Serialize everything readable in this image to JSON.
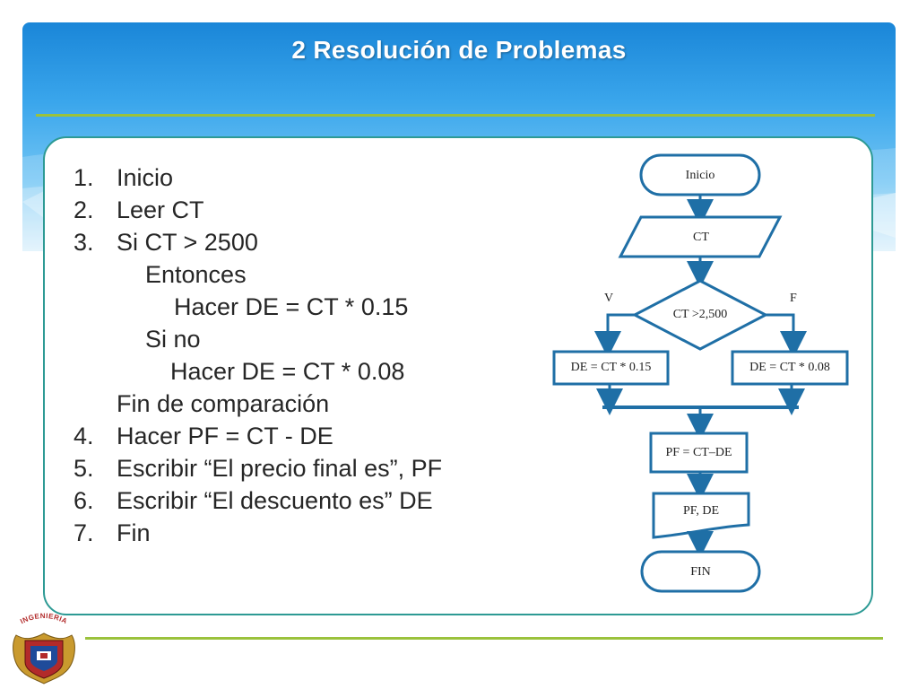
{
  "slide": {
    "title": "2 Resolución de Problemas"
  },
  "algorithm": {
    "steps": [
      {
        "num": "1.",
        "text": "Inicio"
      },
      {
        "num": "2.",
        "text": "Leer CT"
      },
      {
        "num": "3.",
        "text": "Si CT > 2500"
      },
      {
        "num": "",
        "text": "Entonces"
      },
      {
        "num": "",
        "text": "Hacer DE = CT * 0.15"
      },
      {
        "num": "",
        "text": "Si no"
      },
      {
        "num": "",
        "text": "Hacer DE = CT * 0.08"
      },
      {
        "num": "",
        "text": "Fin de comparación"
      },
      {
        "num": "4.",
        "text": "Hacer PF = CT - DE"
      },
      {
        "num": "5.",
        "text": "Escribir “El precio final es”, PF"
      },
      {
        "num": "6.",
        "text": "Escribir “El descuento es” DE"
      },
      {
        "num": "7.",
        "text": "Fin"
      }
    ]
  },
  "flowchart": {
    "start": "Inicio",
    "input": "CT",
    "decision": "CT >2,500",
    "true_label": "V",
    "false_label": "F",
    "true_process": "DE = CT * 0.15",
    "false_process": "DE = CT * 0.08",
    "compute": "PF = CT–DE",
    "output": "PF, DE",
    "end": "FIN"
  },
  "logo": {
    "text": "INGENIERIA"
  },
  "colors": {
    "header_dark": "#1a86d8",
    "header_light": "#74c6f4",
    "accent_green": "#9bc23c",
    "frame_teal": "#2d9a94",
    "flow_blue": "#1f6fa6",
    "logo_red": "#b22a2a",
    "logo_gold": "#c99a2e"
  }
}
